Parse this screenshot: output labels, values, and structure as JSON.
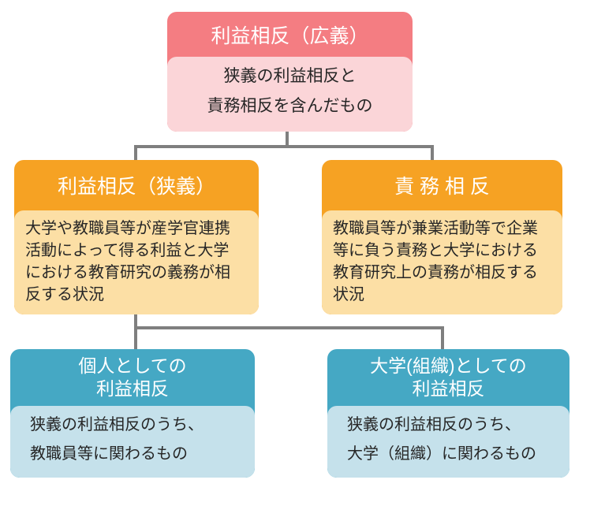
{
  "diagram": {
    "title_hint": "利益相反の概念図",
    "nodes": {
      "root": {
        "title": "利益相反（広義）",
        "body": "狭義の利益相反と\n責務相反を含んだもの"
      },
      "narrow": {
        "title": "利益相反（狭義）",
        "body": "大学や教職員等が産学官連携\n活動によって得る利益と大学\nにおける教育研究の義務が相\n反する状況"
      },
      "duty": {
        "title": "責 務 相 反",
        "body": "教職員等が兼業活動等で企業\n等に負う責務と大学における\n教育研究上の責務が相反する\n状況"
      },
      "individual": {
        "title": "個人としての\n利益相反",
        "body": "狭義の利益相反のうち、\n教職員等に関わるもの"
      },
      "organization": {
        "title": "大学(組織)としての\n利益相反",
        "body": "狭義の利益相反のうち、\n大学（組織）に関わるもの"
      }
    },
    "colors": {
      "pink_header": "#F47D82",
      "pink_body": "#FBD5D8",
      "orange_header": "#F6A223",
      "orange_body": "#FCDFA5",
      "teal_header": "#45A8C4",
      "teal_body": "#C5E1EB",
      "connector": "#7F7F7F",
      "header_text": "#FFFFFF",
      "body_text": "#262626",
      "background": "#FFFFFF"
    }
  }
}
